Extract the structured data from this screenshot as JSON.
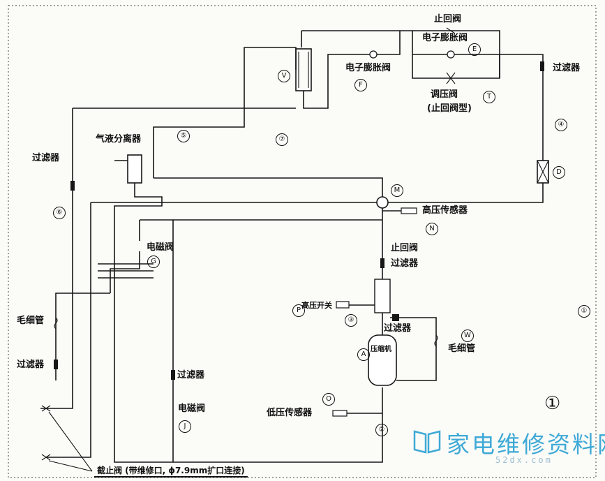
{
  "labels": {
    "check_valve_top": "止回阀",
    "electronic_expansion_valve_e": "电子膨胀阀",
    "electronic_expansion_valve_f": "电子膨胀阀",
    "filter_right": "过滤器",
    "pressure_regulating_valve": "调压阀",
    "pressure_regulating_valve_type": "(止回阀型)",
    "gas_liquid_separator": "气液分离器",
    "filter_left_top": "过滤器",
    "high_pressure_sensor": "高压传感器",
    "solenoid_valve_g": "电磁阀",
    "check_valve_mid": "止回阀",
    "filter_mid": "过滤器",
    "capillary_left": "毛细管",
    "high_pressure_switch": "高压开关",
    "filter_after_separator": "过滤器",
    "capillary_w": "毛细管",
    "filter_left_bottom": "过滤器",
    "filter_bottom_mid": "过滤器",
    "solenoid_valve_j": "电磁阀",
    "low_pressure_sensor": "低压传感器",
    "compressor_label": "压缩机",
    "stop_valve_caption": "截止阀 (带维修口, ϕ7.9mm扩口连接)"
  },
  "markers": {
    "E": "E",
    "F": "F",
    "T": "T",
    "V": "V",
    "D": "D",
    "M": "M",
    "N": "N",
    "G": "G",
    "P": "P",
    "W": "W",
    "A": "A",
    "O": "O",
    "J": "J",
    "n1": "①",
    "n2": "②",
    "n3": "③",
    "n4": "④",
    "n5": "⑤",
    "n6": "⑥",
    "n7": "⑦"
  },
  "figure_number": "①",
  "watermark": {
    "text": "家电维修资料网",
    "url": "52dx.com"
  }
}
